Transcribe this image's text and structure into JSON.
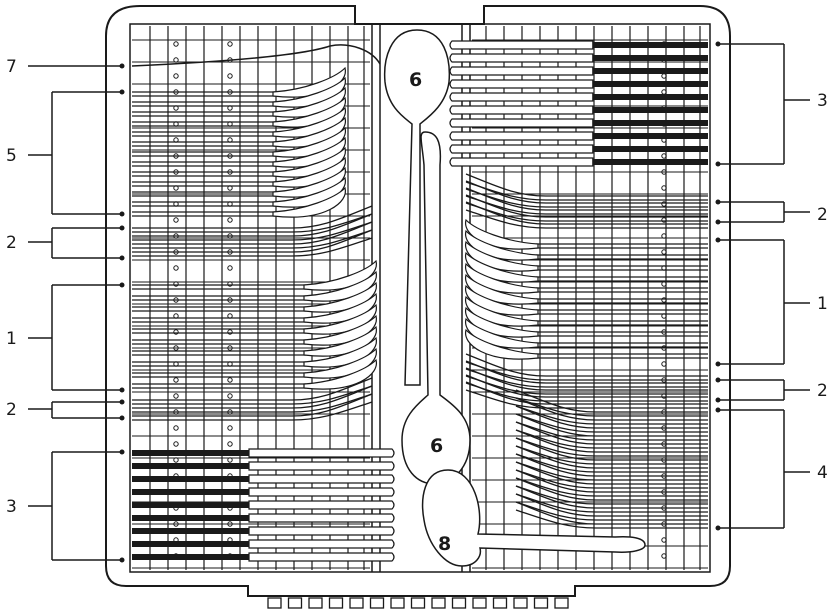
{
  "callouts_left": [
    {
      "label": "7"
    },
    {
      "label": "5"
    },
    {
      "label": "2"
    },
    {
      "label": "1"
    },
    {
      "label": "2"
    },
    {
      "label": "3"
    }
  ],
  "callouts_right": [
    {
      "label": "3"
    },
    {
      "label": "2"
    },
    {
      "label": "1"
    },
    {
      "label": "2"
    },
    {
      "label": "4"
    }
  ],
  "center_labels": [
    {
      "label": "6"
    },
    {
      "label": "6"
    },
    {
      "label": "8"
    }
  ],
  "bottom_slot_count": 15,
  "colors": {
    "ink": "#1a1a1a",
    "background": "#ffffff"
  }
}
